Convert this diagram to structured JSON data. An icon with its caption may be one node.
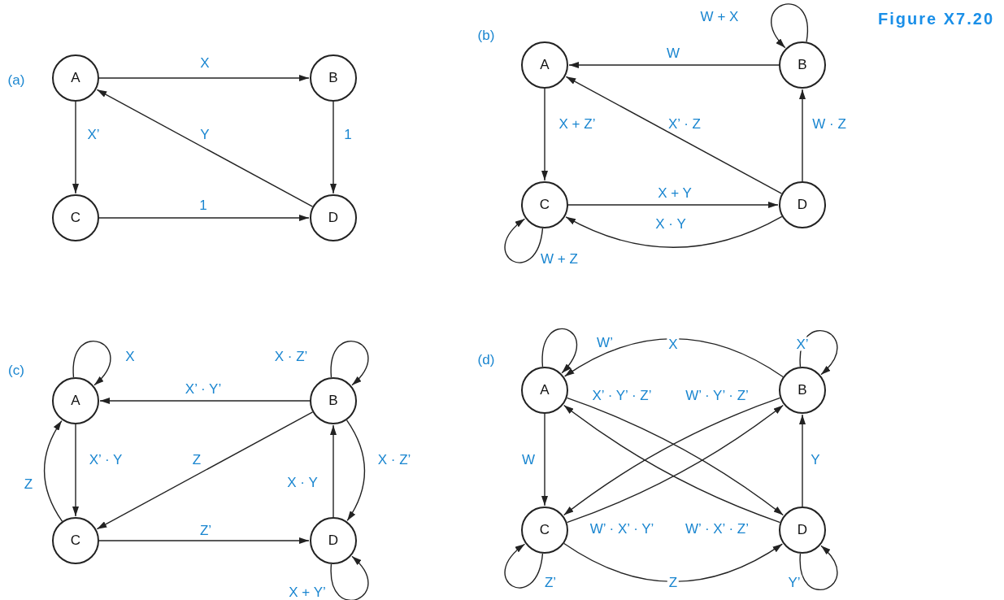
{
  "diagram": {
    "title": "Figure X7.20",
    "nodes": [
      {
        "text": [
          "A"
        ]
      },
      {
        "text": [
          "B"
        ]
      },
      {
        "text": [
          "C"
        ]
      },
      {
        "text": [
          "D"
        ]
      },
      {
        "text": [
          "A"
        ]
      },
      {
        "text": [
          "B"
        ]
      },
      {
        "text": [
          "C"
        ]
      },
      {
        "text": [
          "D"
        ]
      },
      {
        "text": [
          "A"
        ]
      },
      {
        "text": [
          "B"
        ]
      },
      {
        "text": [
          "C"
        ]
      },
      {
        "text": [
          "D"
        ]
      },
      {
        "text": [
          "A"
        ]
      },
      {
        "text": [
          "B"
        ]
      },
      {
        "text": [
          "C"
        ]
      },
      {
        "text": [
          "D"
        ]
      }
    ],
    "edges": [
      {
        "from": 0,
        "to": 1,
        "arrow": "to",
        "label": "X"
      },
      {
        "from": 0,
        "to": 2,
        "arrow": "to",
        "label": "X’"
      },
      {
        "from": 3,
        "to": 0,
        "arrow": "to",
        "label": "Y"
      },
      {
        "from": 1,
        "to": 3,
        "arrow": "to",
        "label": "1"
      },
      {
        "from": 2,
        "to": 3,
        "arrow": "to",
        "label": "1"
      },
      {
        "from": 5,
        "to": 5,
        "arrow": "to",
        "label": "W + X"
      },
      {
        "from": 5,
        "to": 4,
        "arrow": "to",
        "label": "W"
      },
      {
        "from": 4,
        "to": 6,
        "arrow": "to",
        "label": "X + Z’"
      },
      {
        "from": 7,
        "to": 4,
        "arrow": "to",
        "label": "X’ · Z"
      },
      {
        "from": 7,
        "to": 5,
        "arrow": "to",
        "label": "W · Z"
      },
      {
        "from": 6,
        "to": 7,
        "arrow": "to",
        "label": "X + Y"
      },
      {
        "from": 7,
        "to": 6,
        "arrow": "to",
        "label": "X · Y"
      },
      {
        "from": 6,
        "to": 6,
        "arrow": "to",
        "label": "W + Z"
      },
      {
        "from": 8,
        "to": 8,
        "arrow": "to",
        "label": "X"
      },
      {
        "from": 9,
        "to": 9,
        "arrow": "to",
        "label": "X · Z’"
      },
      {
        "from": 9,
        "to": 8,
        "arrow": "to",
        "label": "X’ · Y’"
      },
      {
        "from": 8,
        "to": 10,
        "arrow": "to",
        "label": "X’ · Y"
      },
      {
        "from": 10,
        "to": 8,
        "arrow": "to",
        "label": "Z"
      },
      {
        "from": 9,
        "to": 10,
        "arrow": "to",
        "label": "Z"
      },
      {
        "from": 9,
        "to": 11,
        "arrow": "to",
        "label": "X · Z’"
      },
      {
        "from": 11,
        "to": 9,
        "arrow": "to",
        "label": "X · Y"
      },
      {
        "from": 10,
        "to": 11,
        "arrow": "to",
        "label": "Z’"
      },
      {
        "from": 11,
        "to": 11,
        "arrow": "to",
        "label": "X + Y’"
      },
      {
        "from": 12,
        "to": 12,
        "arrow": "to",
        "label": "W’"
      },
      {
        "from": 13,
        "to": 12,
        "arrow": "to",
        "label": "X"
      },
      {
        "from": 13,
        "to": 13,
        "arrow": "to",
        "label": "X’"
      },
      {
        "from": 12,
        "to": 15,
        "arrow": "to",
        "label": "X’ · Y’ · Z’"
      },
      {
        "from": 13,
        "to": 14,
        "arrow": "to",
        "label": "W’ · Y’ · Z’"
      },
      {
        "from": 12,
        "to": 14,
        "arrow": "to",
        "label": "W"
      },
      {
        "from": 15,
        "to": 13,
        "arrow": "to",
        "label": "Y"
      },
      {
        "from": 14,
        "to": 14,
        "arrow": "to",
        "label": "Z’"
      },
      {
        "from": 14,
        "to": 15,
        "arrow": "to",
        "label": "Z"
      },
      {
        "from": 15,
        "to": 15,
        "arrow": "to",
        "label": "Y’"
      },
      {
        "from": 14,
        "to": 13,
        "arrow": "to",
        "label": "W’ · X’ · Y’"
      },
      {
        "from": 15,
        "to": 12,
        "arrow": "to",
        "label": "W’ · X’ · Z’"
      }
    ],
    "labels": [
      "(a)",
      "(b)",
      "(c)",
      "(d)"
    ]
  }
}
